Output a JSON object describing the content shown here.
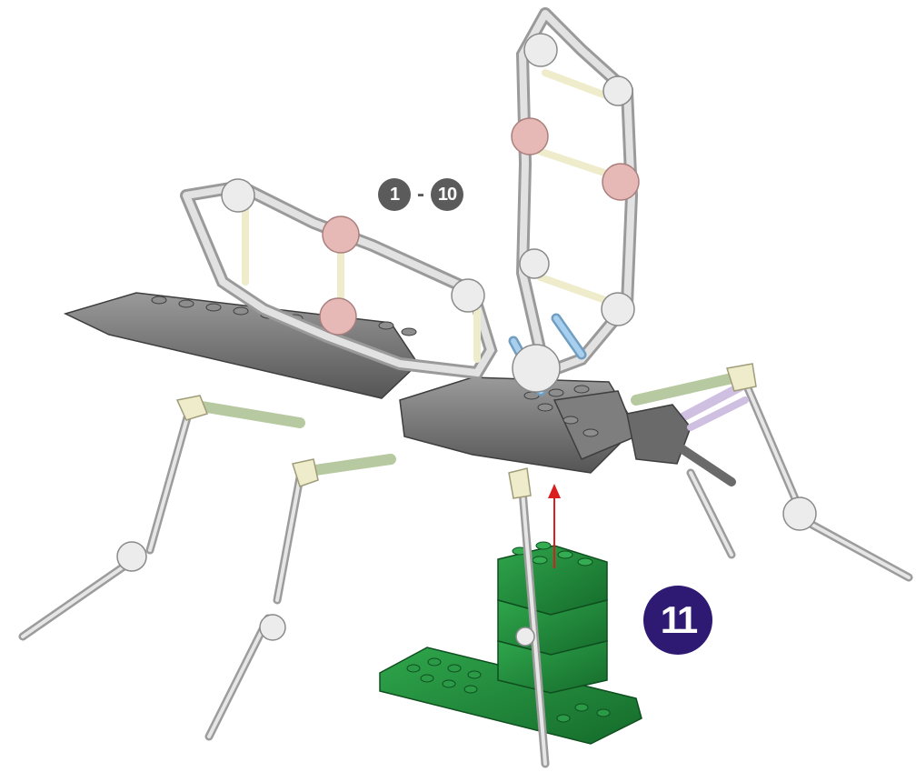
{
  "steps": {
    "range_start": "1",
    "range_separator": "-",
    "range_end": "10",
    "current": "11"
  },
  "colors": {
    "range_badge": "#5b5b5b",
    "current_badge": "#2e1a72",
    "base_green": "#1f8a3a",
    "body_gray": "#6f6f6f",
    "rod_gray": "#d4d4d4",
    "connector_pink": "#e6b8b6",
    "connector_cream": "#eeeccb",
    "connector_green": "#cfe0b5",
    "rod_blue": "#9cc8e8",
    "arrow": "#d81e1e"
  }
}
